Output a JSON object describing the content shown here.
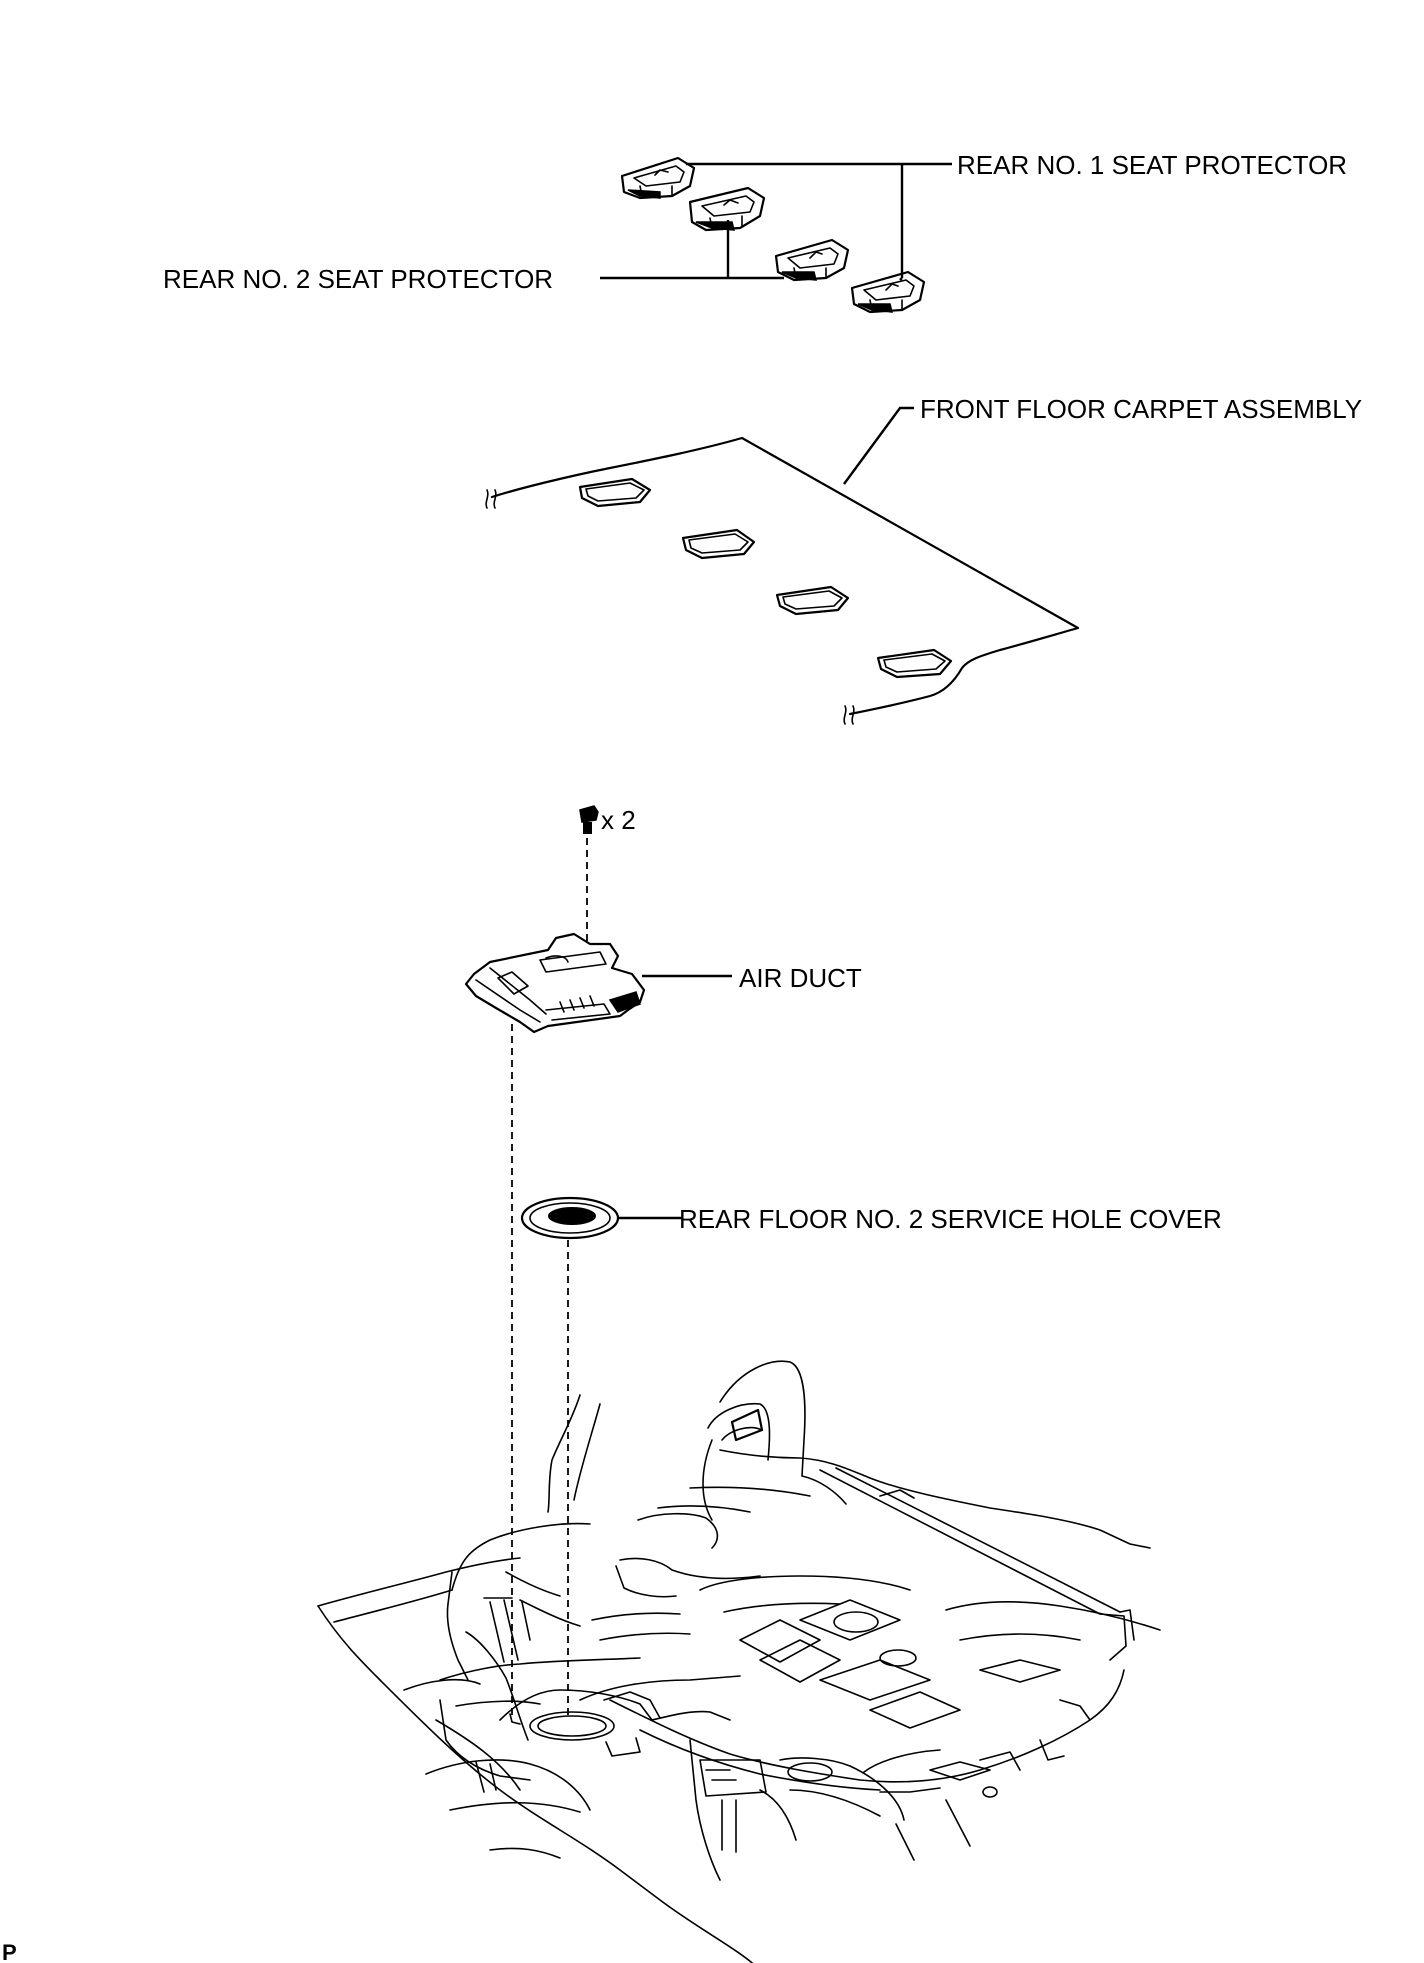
{
  "labels": {
    "rear_no1_seat_protector": "REAR NO. 1 SEAT PROTECTOR",
    "rear_no2_seat_protector": "REAR NO. 2 SEAT PROTECTOR",
    "front_floor_carpet_assembly": "FRONT FLOOR CARPET ASSEMBLY",
    "bolt_quantity": "x 2",
    "air_duct": "AIR DUCT",
    "rear_floor_no2_service_hole_cover": "REAR FLOOR NO. 2 SERVICE HOLE COVER"
  },
  "corner_mark": "P",
  "icons": {
    "bolt": "bolt-icon"
  }
}
